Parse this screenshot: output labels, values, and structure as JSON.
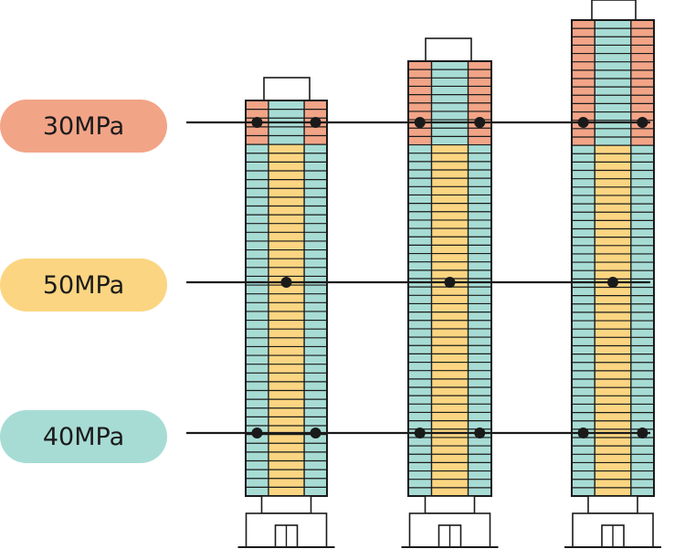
{
  "colors": {
    "pink": "#F2A487",
    "yellow": "#FBD581",
    "teal": "#A7DCD5",
    "line": "#1a1a1a",
    "background": "#ffffff"
  },
  "labels": [
    {
      "key": "top",
      "text": "30MPa",
      "color": "#F2A487"
    },
    {
      "key": "middle",
      "text": "50MPa",
      "color": "#FBD581"
    },
    {
      "key": "bottom",
      "text": "40MPa",
      "color": "#A7DCD5"
    }
  ],
  "towers": [
    {
      "name": "short",
      "floors_top_zone": 5,
      "floors_total": 45
    },
    {
      "name": "medium",
      "floors_top_zone": 10,
      "floors_total": 52
    },
    {
      "name": "tall",
      "floors_top_zone": 15,
      "floors_total": 57
    }
  ]
}
